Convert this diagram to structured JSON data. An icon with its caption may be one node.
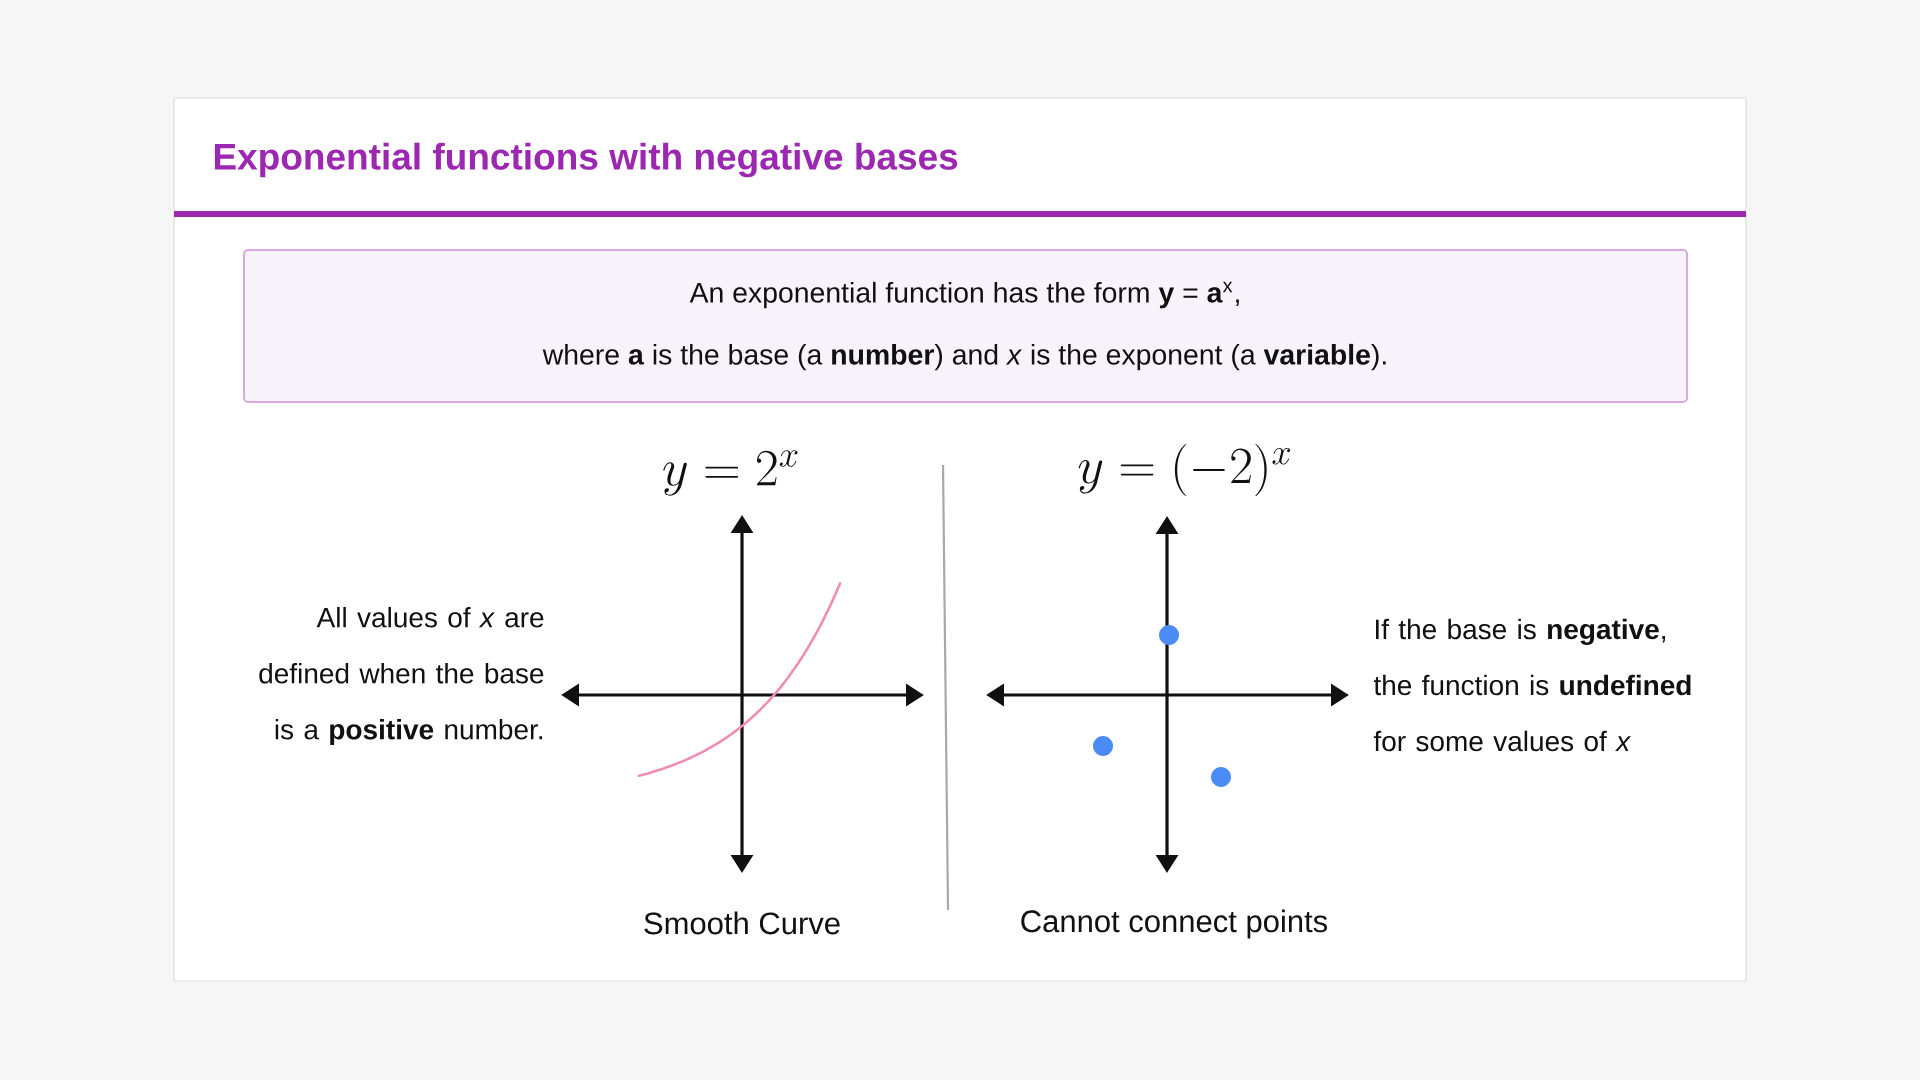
{
  "diagram": {
    "title": "Exponential functions with negative bases",
    "nodes": [
      {
        "text": [
          "An exponential function has the form **y** = **a**$^{x}$,",
          "where **a** is the base (a **number**) and *x* is the exponent (a **variable**)."
        ]
      }
    ],
    "labels": [
      "y = 2^{x}",
      "y = (-2)^{x}",
      "All values of *x* are defined when the base is a **positive** number.",
      "If the base is **negative**, the function is **undefined** for some values of *x*",
      "Smooth Curve",
      "Cannot connect points"
    ]
  }
}
